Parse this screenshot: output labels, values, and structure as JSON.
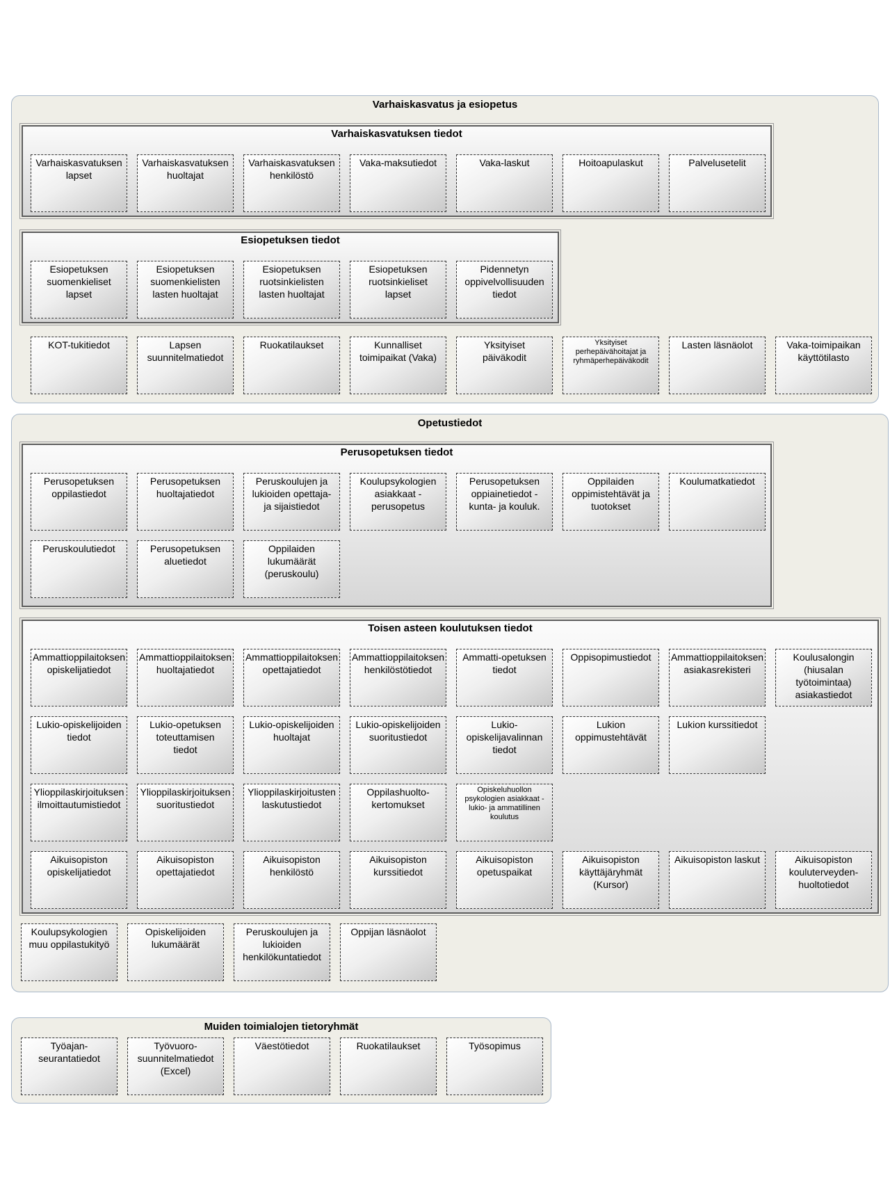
{
  "groups": {
    "varhaiskasvatus": {
      "title": "Varhaiskasvatus ja esiopetus",
      "sub_vaka": {
        "title": "Varhaiskasvatuksen tiedot",
        "items": [
          "Varhaiskasvatuksen\nlapset",
          "Varhaiskasvatuksen\nhuoltajat",
          "Varhaiskasvatuksen\nhenkilöstö",
          "Vaka-maksutiedot",
          "Vaka-laskut",
          "Hoitoapulaskut",
          "Palvelusetelit"
        ]
      },
      "sub_esi": {
        "title": "Esiopetuksen tiedot",
        "items": [
          "Esiopetuksen\nsuomenkieliset\nlapset",
          "Esiopetuksen\nsuomenkielisten\nlasten huoltajat",
          "Esiopetuksen\nruotsinkielisten\nlasten huoltajat",
          "Esiopetuksen\nruotsinkieliset\nlapset",
          "Pidennetyn\noppivelvollisuuden\ntiedot"
        ]
      },
      "loose": [
        "KOT-tukitiedot",
        "Lapsen\nsuunnitelmatiedot",
        "Ruokatilaukset",
        "Kunnalliset\ntoimipaikat (Vaka)",
        "Yksityiset\npäiväkodit",
        "Yksityiset\nperhepäivähoitajat ja\nryhmäperhepäiväkodit",
        "Lasten läsnäolot",
        "Vaka-toimipaikan\nkäyttötilasto"
      ]
    },
    "opetus": {
      "title": "Opetustiedot",
      "sub_perus": {
        "title": "Perusopetuksen tiedot",
        "items": [
          "Perusopetuksen\noppilastiedot",
          "Perusopetuksen\nhuoltajatiedot",
          "Peruskoulujen ja\nlukioiden opettaja-\nja sijaistiedot",
          "Koulupsykologien\nasiakkaat -\nperusopetus",
          "Perusopetuksen\noppiainetiedot -\nkunta- ja kouluk.",
          "Oppilaiden\noppimistehtävät ja\ntuotokset",
          "Koulumatkatiedot",
          "Peruskoulutiedot",
          "Perusopetuksen\naluetiedot",
          "Oppilaiden\nlukumäärät\n(peruskoulu)"
        ]
      },
      "sub_toinen": {
        "title": "Toisen asteen koulutuksen tiedot",
        "items": [
          "Ammattioppilaitoksen\nopiskelijatiedot",
          "Ammattioppilaitoksen\nhuoltajatiedot",
          "Ammattioppilaitoksen\nopettajatiedot",
          "Ammattioppilaitoksen\nhenkilöstötiedot",
          "Ammatti-opetuksen\ntiedot",
          "Oppisopimustiedot",
          "Ammattioppilaitoksen\nasiakasrekisteri",
          "Koulusalongin\n(hiusalan\ntyötoimintaa)\nasiakastiedot",
          "Lukio-opiskelijoiden\ntiedot",
          "Lukio-opetuksen\ntoteuttamisen\ntiedot",
          "Lukio-opiskelijoiden\nhuoltajat",
          "Lukio-opiskelijoiden\nsuoritustiedot",
          "Lukio-\nopiskelijavalinnan\ntiedot",
          "Lukion\noppimustehtävät",
          "Lukion kurssitiedot",
          "Ylioppilaskirjoituksen\nilmoittautumistiedot",
          "Ylioppilaskirjoituksen\nsuoritustiedot",
          "Ylioppilaskirjoitusten\nlaskutustiedot",
          "Oppilashuolto-\nkertomukset",
          "Opiskeluhuollon\npsykologien asiakkaat -\nlukio- ja ammatillinen\nkoulutus",
          "Aikuisopiston\nopiskelijatiedot",
          "Aikuisopiston\nopettajatiedot",
          "Aikuisopiston\nhenkilöstö",
          "Aikuisopiston\nkurssitiedot",
          "Aikuisopiston\nopetuspaikat",
          "Aikuisopiston\nkäyttäjäryhmät\n(Kursor)",
          "Aikuisopiston laskut",
          "Aikuisopiston\nkouluterveyden-\nhuoltotiedot"
        ]
      },
      "loose": [
        "Koulupsykologien\nmuu oppilastukityö",
        "Opiskelijoiden\nlukumäärät",
        "Peruskoulujen ja\nlukioiden\nhenkilökuntatiedot",
        "Oppijan läsnäolot"
      ]
    },
    "muut": {
      "title": "Muiden toimialojen tietoryhmät",
      "items": [
        "Työajan-\nseurantatiedot",
        "Työvuoro-\nsuunnitelmatiedot\n(Excel)",
        "Väestötiedot",
        "Ruokatilaukset",
        "Työsopimus"
      ]
    }
  }
}
